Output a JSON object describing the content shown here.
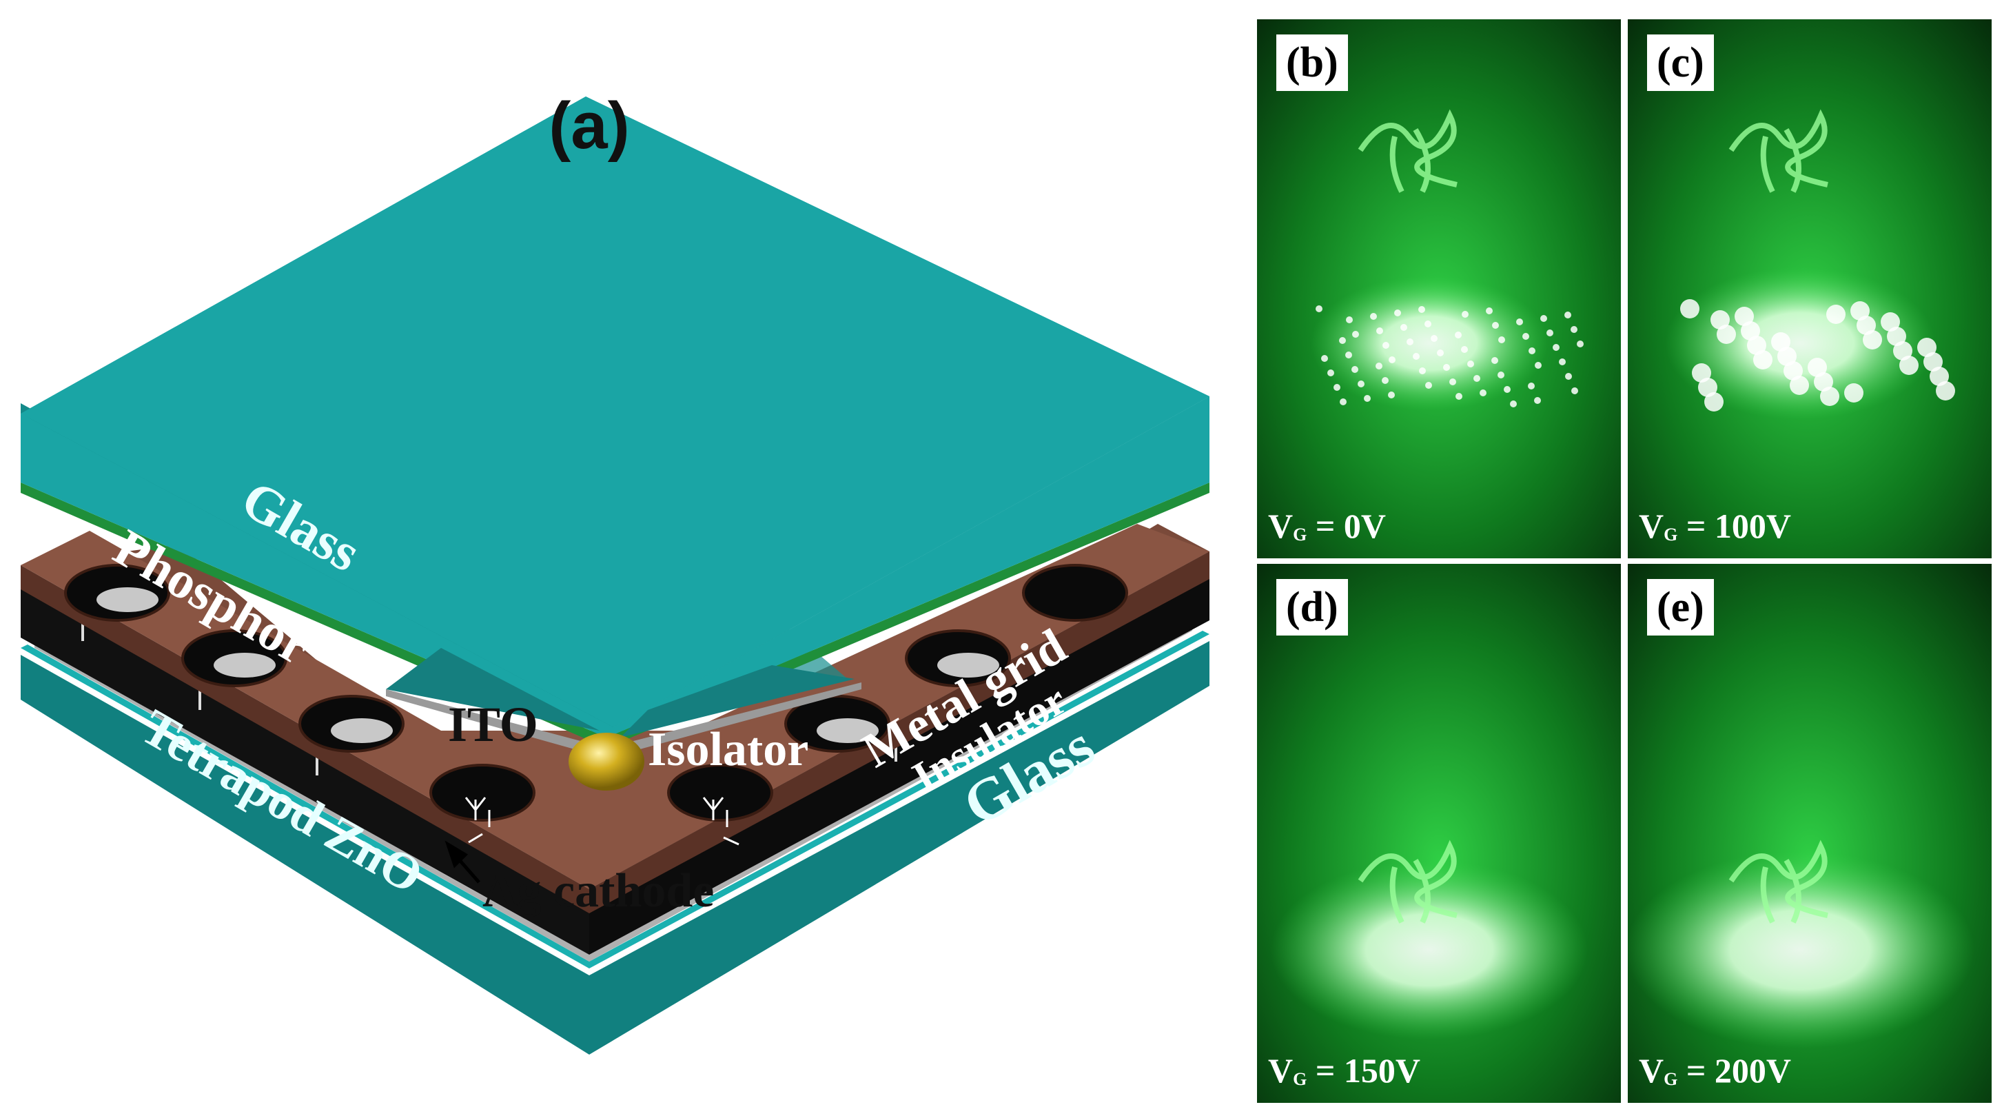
{
  "diagram": {
    "panel_label": "(a)",
    "labels": {
      "glass_top": "Glass",
      "phosphor": "Phosphor",
      "ito": "ITO",
      "isolator": "Isolator",
      "metal_grid": "Metal grid",
      "insulator": "Insulator",
      "glass_bottom": "Glass",
      "tetrapod": "Tetrapod ZnO",
      "ag_cathode": "Ag cathode"
    },
    "colors": {
      "glass": "#179b9b",
      "phosphor": "#1f8f3a",
      "metal_grid": "#7a4a3a",
      "insulator": "#111111",
      "cathode": "#b8b8b8",
      "isolator": "#c9a617"
    }
  },
  "panels": [
    {
      "label": "(b)",
      "vg_symbol": "V",
      "vg_sub": "G",
      "vg_value": " = 0V",
      "pattern": "emitters"
    },
    {
      "label": "(c)",
      "vg_symbol": "V",
      "vg_sub": "G",
      "vg_value": " = 100V",
      "pattern": "blobs"
    },
    {
      "label": "(d)",
      "vg_symbol": "V",
      "vg_sub": "G",
      "vg_value": " = 150V",
      "pattern": "bright"
    },
    {
      "label": "(e)",
      "vg_symbol": "V",
      "vg_sub": "G",
      "vg_value": " = 200V",
      "pattern": "brighter"
    }
  ]
}
